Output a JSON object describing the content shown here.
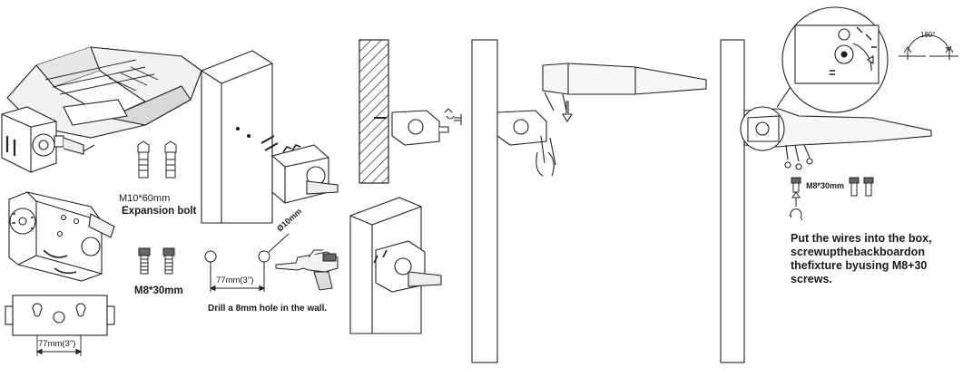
{
  "labels": {
    "expansion_size": "M10*60mm",
    "expansion_name": "Expansion bolt",
    "screw_size": "M8*30mm",
    "wall_spacing": "77mm(3\")",
    "hole_diameter": "Ø10mm",
    "drill_instruction": "Drill a 8mm hole in the wall.",
    "bracket_spacing": "77mm(3\")",
    "angle": "180°",
    "final_screw": "M8*30mm"
  },
  "instructions": {
    "line1": "Put the wires into the box,",
    "line2": "screwupthebackboardon",
    "line3": "thefixture byusing M8+30",
    "line4": "screws."
  }
}
